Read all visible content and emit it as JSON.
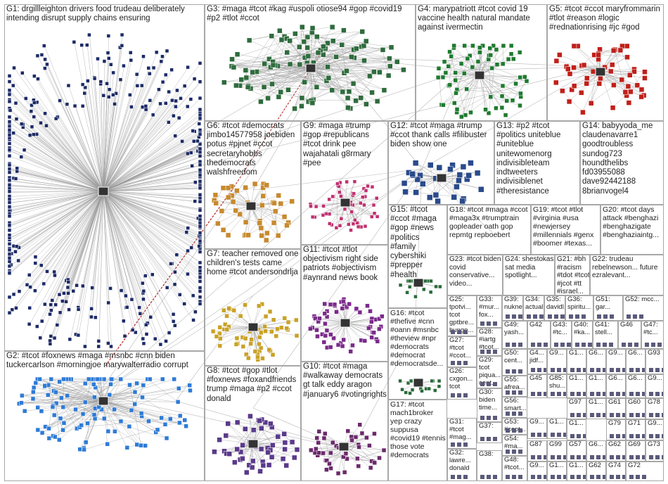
{
  "colors": {
    "border": "#a8a8a8",
    "edge": "#8a8a8a",
    "g1": "#1c2a66",
    "g2": "#2e7bd6",
    "g3": "#2f6b3d",
    "g4": "#1f7a2f",
    "g5": "#c0201a",
    "g6": "#c78a2e",
    "g7": "#c9a227",
    "g8": "#5a3a8a",
    "g9": "#c03070",
    "g10": "#6b2a6b",
    "g11": "#7a2a8a",
    "g12": "#2a4a8a",
    "g16": "#2a6a3a",
    "g17": "#1c1c1c",
    "accent_red": "#e02020"
  },
  "groups": [
    {
      "id": "g1",
      "text": "G1: drgillleighton drivers food trudeau deliberately intending disrupt supply chains ensuring"
    },
    {
      "id": "g2",
      "text": "G2: #tcot #foxnews #maga #msnbc #cnn biden tuckercarlson #morningjoe marywalterradio corrupt"
    },
    {
      "id": "g3",
      "text": "G3: #maga #tcot #kag #uspoli otiose94 #gop #covid19 #p2 #tlot #ccot"
    },
    {
      "id": "g4",
      "text": "G4: marypatriott #tcot covid 19 vaccine health natural mandate against ivermectin"
    },
    {
      "id": "g5",
      "text": "G5: #tcot #ccot maryfrommarin #tlot #reason #logic #rednationrising #jc #god"
    },
    {
      "id": "g6",
      "text": "G6: #tcot #democrats jimbo14577958 joebiden potus #pjnet #ccot secretaryhobbs thedemocrats walshfreedom"
    },
    {
      "id": "g7",
      "text": "G7: teacher removed one children's tests came home #tcot andersondrlja"
    },
    {
      "id": "g8",
      "text": "G8: #tcot #gop #tlot #foxnews #foxandfriends trump #maga #p2 #ccot donald"
    },
    {
      "id": "g9",
      "text": "G9: #maga #trump #gop #republicans #tcot drink pee wajahatali g8rmary #pee"
    },
    {
      "id": "g10",
      "text": "G10: #tcot #maga #walkaway democrats gt talk eddy aragon #january6 #votingrights"
    },
    {
      "id": "g11",
      "text": "G11: #tcot #tlot objectivism right side patriots #objectivism #aynrand news book"
    },
    {
      "id": "g12",
      "text": "G12: #tcot #maga #trump #ccot thank calls #filibuster biden show one"
    },
    {
      "id": "g13",
      "text": "G13: #p2 #tcot #politics uniteblue #uniteblue unitewomenorg indivisibleteam indtweeters indivisiblenet #theresistance"
    },
    {
      "id": "g14",
      "text": "G14: babyyoda_me claudenavarre1 goodtroubless sundog723 houndthelibs fd03955088 dave92442188 8brianvogel4"
    },
    {
      "id": "g15",
      "text": "G15: #tcot #ccot #maga #gop #news #politics #family cybershiki #prepper #health"
    },
    {
      "id": "g16",
      "text": "G16: #tcot #thefive #cnn #oann #msnbc #theview #npr #democrats #democrat #democratsde..."
    },
    {
      "id": "g17",
      "text": "G17: #tcot mach1broker yep crazy suppusa #covid19 #tennis those vote #democrats"
    },
    {
      "id": "g18",
      "text": "G18: #tcot #maga #ccot #maga3x #trumptrain gopleader oath gop repmtg repboebert"
    },
    {
      "id": "g19",
      "text": "G19: #tcot #tlot #virginia #usa #newjersey #millennials #genx #boomer #texas..."
    },
    {
      "id": "g20",
      "text": "G20: #tcot days attack #benghazi #benghazigate #benghaziaintg..."
    },
    {
      "id": "g21",
      "text": "G21: #bh #racism #tdot #tcot #jcot #tt #israel..."
    },
    {
      "id": "g22",
      "text": "G22: trudeau rebelnewson... future ezralevant..."
    },
    {
      "id": "g23",
      "text": "G23: #tcot biden covid conservative... video..."
    },
    {
      "id": "g24",
      "text": "G24: shestokas sat media spotlight..."
    },
    {
      "id": "g25",
      "text": "G25: tpotvi... tcot gptbre... bungo..."
    },
    {
      "id": "g26",
      "text": "G26: cxgon... tcot"
    },
    {
      "id": "g27",
      "text": "G27: #tcot #ccot..."
    },
    {
      "id": "g28",
      "text": "G28: #iartg #tcot..."
    },
    {
      "id": "g29",
      "text": "G29: tcot piqua... cent..."
    },
    {
      "id": "g30",
      "text": "G30: biden time..."
    },
    {
      "id": "g31",
      "text": "G31: #tcot #mag..."
    },
    {
      "id": "g32",
      "text": "G32: lawre... donald"
    },
    {
      "id": "g33",
      "text": "G33: #mur... fox..."
    },
    {
      "id": "g34",
      "text": "G34: actual..."
    },
    {
      "id": "g35",
      "text": "G35: davidl..."
    },
    {
      "id": "g36",
      "text": "G36: spiritu..."
    },
    {
      "id": "g37",
      "text": "G37: "
    },
    {
      "id": "g38",
      "text": "G38: "
    },
    {
      "id": "g39",
      "text": "G39: nukne..."
    },
    {
      "id": "g40",
      "text": "G40: #ka..."
    },
    {
      "id": "g41",
      "text": "G41: stell..."
    },
    {
      "id": "g42",
      "text": "G42"
    },
    {
      "id": "g43",
      "text": "G43: #tc..."
    },
    {
      "id": "g45",
      "text": "G45"
    },
    {
      "id": "g46",
      "text": "G46"
    },
    {
      "id": "g47",
      "text": "G47: #tc..."
    },
    {
      "id": "g48",
      "text": "G48: #tcot..."
    },
    {
      "id": "g49",
      "text": "G49: yash..."
    },
    {
      "id": "g50",
      "text": "G50: cent..."
    },
    {
      "id": "g51",
      "text": "G51: gar..."
    },
    {
      "id": "g52",
      "text": "G52: mcc..."
    },
    {
      "id": "g53",
      "text": "G53: #ccot..."
    },
    {
      "id": "g54",
      "text": "G54: #ma..."
    },
    {
      "id": "g55",
      "text": "G55: afrea..."
    },
    {
      "id": "g56",
      "text": "G56: smart..."
    },
    {
      "id": "g4x",
      "text": "G4... jidf..."
    },
    {
      "id": "g85",
      "text": "G85: shu..."
    },
    {
      "id": "g9x",
      "text": "G9..."
    },
    {
      "id": "g1x",
      "text": "G1..."
    },
    {
      "id": "g6x",
      "text": "G6..."
    },
    {
      "id": "g93",
      "text": "G93"
    },
    {
      "id": "g97",
      "text": "G97"
    },
    {
      "id": "g61",
      "text": "G61"
    },
    {
      "id": "g60",
      "text": "G60"
    },
    {
      "id": "g79",
      "text": "G79"
    },
    {
      "id": "g78",
      "text": "G78"
    },
    {
      "id": "g71",
      "text": "G71"
    },
    {
      "id": "g73",
      "text": "G73"
    },
    {
      "id": "g87",
      "text": "G87"
    },
    {
      "id": "g99",
      "text": "G99"
    },
    {
      "id": "g57",
      "text": "G57"
    },
    {
      "id": "g62",
      "text": "G62"
    },
    {
      "id": "g69",
      "text": "G69"
    },
    {
      "id": "g74",
      "text": "G74"
    },
    {
      "id": "g72",
      "text": "G72"
    }
  ]
}
